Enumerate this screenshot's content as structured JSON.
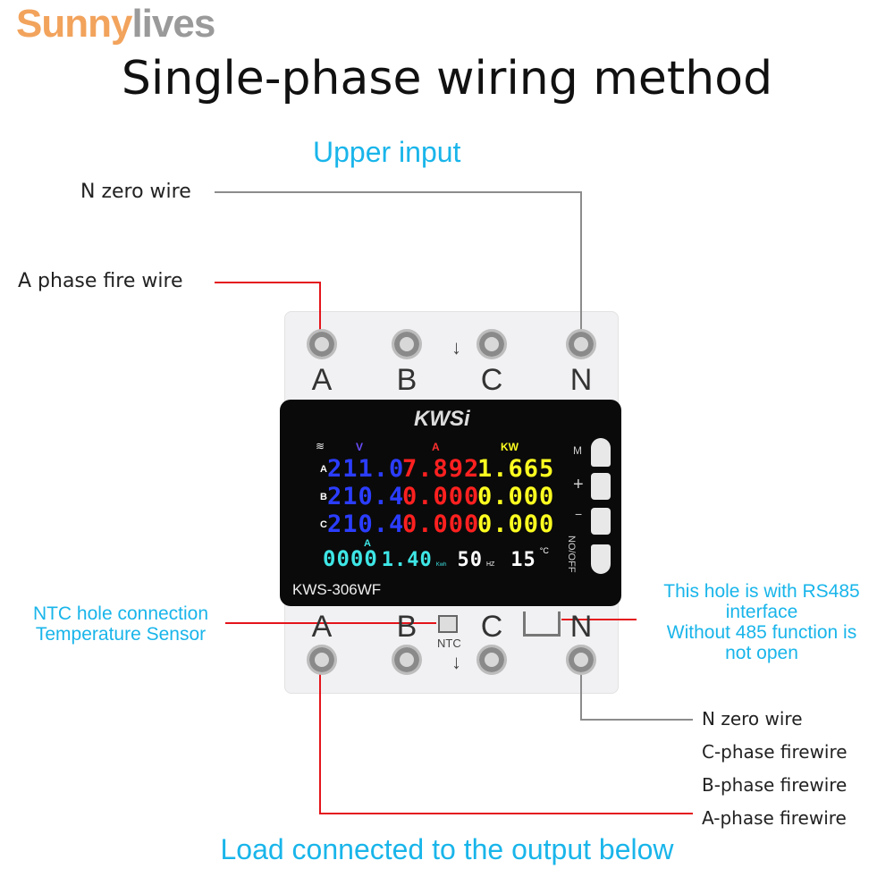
{
  "logo": {
    "part1": "Sunny",
    "part2": "lives"
  },
  "title": "Single-phase wiring method",
  "upper_input": "Upper input",
  "labels": {
    "n_zero_top": "N zero wire",
    "a_phase_top": "A phase fire wire",
    "ntc_1": "NTC hole connection",
    "ntc_2": "Temperature Sensor",
    "rs485_1": "This hole is with RS485",
    "rs485_2": "interface",
    "rs485_3": "Without 485 function is",
    "rs485_4": "not open",
    "n_zero_bottom": "N zero wire",
    "c_phase": "C-phase firewire",
    "b_phase": "B-phase firewire",
    "a_phase_bottom": "A-phase firewire"
  },
  "bottom_text": "Load connected to the output below",
  "terminals_top": [
    "A",
    "B",
    "C",
    "N"
  ],
  "terminals_bottom": [
    "A",
    "B",
    "C",
    "N"
  ],
  "ntc_label": "NTC",
  "device": {
    "brand": "KWSi",
    "model": "KWS-306WF",
    "headers": {
      "v": "V",
      "a": "A",
      "kw": "KW"
    },
    "rows": [
      {
        "phase": "A",
        "v": "211.0",
        "a": "7.892",
        "kw": "1.665"
      },
      {
        "phase": "B",
        "v": "210.4",
        "a": "0.000",
        "kw": "0.000"
      },
      {
        "phase": "C",
        "v": "210.4",
        "a": "0.000",
        "kw": "0.000"
      }
    ],
    "bottom": {
      "unit_a": "A",
      "counter": "0000",
      "kwh": "1.40",
      "kwh_unit": "Kwh",
      "hz": "50",
      "hz_unit": "HZ",
      "temp": "15",
      "temp_unit": "°C"
    },
    "buttons": {
      "m": "M",
      "plus": "+",
      "minus": "−",
      "onoff": "NO/OFF"
    }
  },
  "colors": {
    "cyan": "#19b5ea",
    "red": "#e4141b",
    "grey": "#8c8c8c",
    "volt": "#2b3dff",
    "amp": "#ff2020",
    "kw": "#ffff20",
    "energy": "#3ee6e6"
  }
}
